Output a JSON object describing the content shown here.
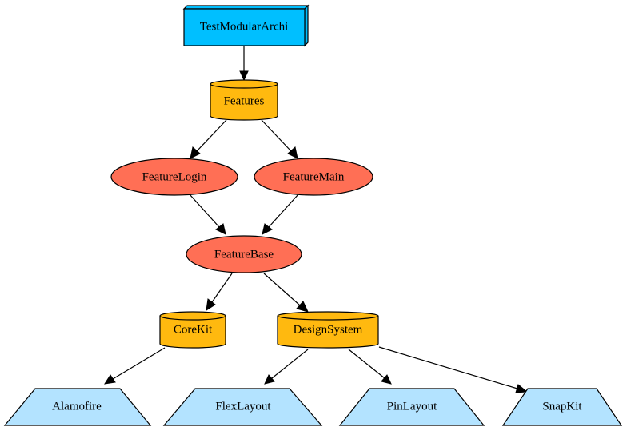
{
  "colors": {
    "target": "#00bfff",
    "cylinder": "#ffb90f",
    "ellipse": "#ff6f55",
    "trapezium": "#b3e3ff",
    "stroke": "#000000",
    "background": "#ffffff"
  },
  "nodes": {
    "root": {
      "label": "TestModularArchi",
      "kind": "box3d"
    },
    "features": {
      "label": "Features",
      "kind": "cylinder"
    },
    "feature_login": {
      "label": "FeatureLogin",
      "kind": "ellipse"
    },
    "feature_main": {
      "label": "FeatureMain",
      "kind": "ellipse"
    },
    "feature_base": {
      "label": "FeatureBase",
      "kind": "ellipse"
    },
    "core_kit": {
      "label": "CoreKit",
      "kind": "cylinder"
    },
    "design_system": {
      "label": "DesignSystem",
      "kind": "cylinder"
    },
    "alamofire": {
      "label": "Alamofire",
      "kind": "trapezium"
    },
    "flex_layout": {
      "label": "FlexLayout",
      "kind": "trapezium"
    },
    "pin_layout": {
      "label": "PinLayout",
      "kind": "trapezium"
    },
    "snap_kit": {
      "label": "SnapKit",
      "kind": "trapezium"
    }
  },
  "edges": [
    {
      "from": "TestModularArchi",
      "to": "Features"
    },
    {
      "from": "Features",
      "to": "FeatureLogin"
    },
    {
      "from": "Features",
      "to": "FeatureMain"
    },
    {
      "from": "FeatureLogin",
      "to": "FeatureBase"
    },
    {
      "from": "FeatureMain",
      "to": "FeatureBase"
    },
    {
      "from": "FeatureBase",
      "to": "CoreKit"
    },
    {
      "from": "FeatureBase",
      "to": "DesignSystem"
    },
    {
      "from": "CoreKit",
      "to": "Alamofire"
    },
    {
      "from": "DesignSystem",
      "to": "FlexLayout"
    },
    {
      "from": "DesignSystem",
      "to": "PinLayout"
    },
    {
      "from": "DesignSystem",
      "to": "SnapKit"
    }
  ]
}
